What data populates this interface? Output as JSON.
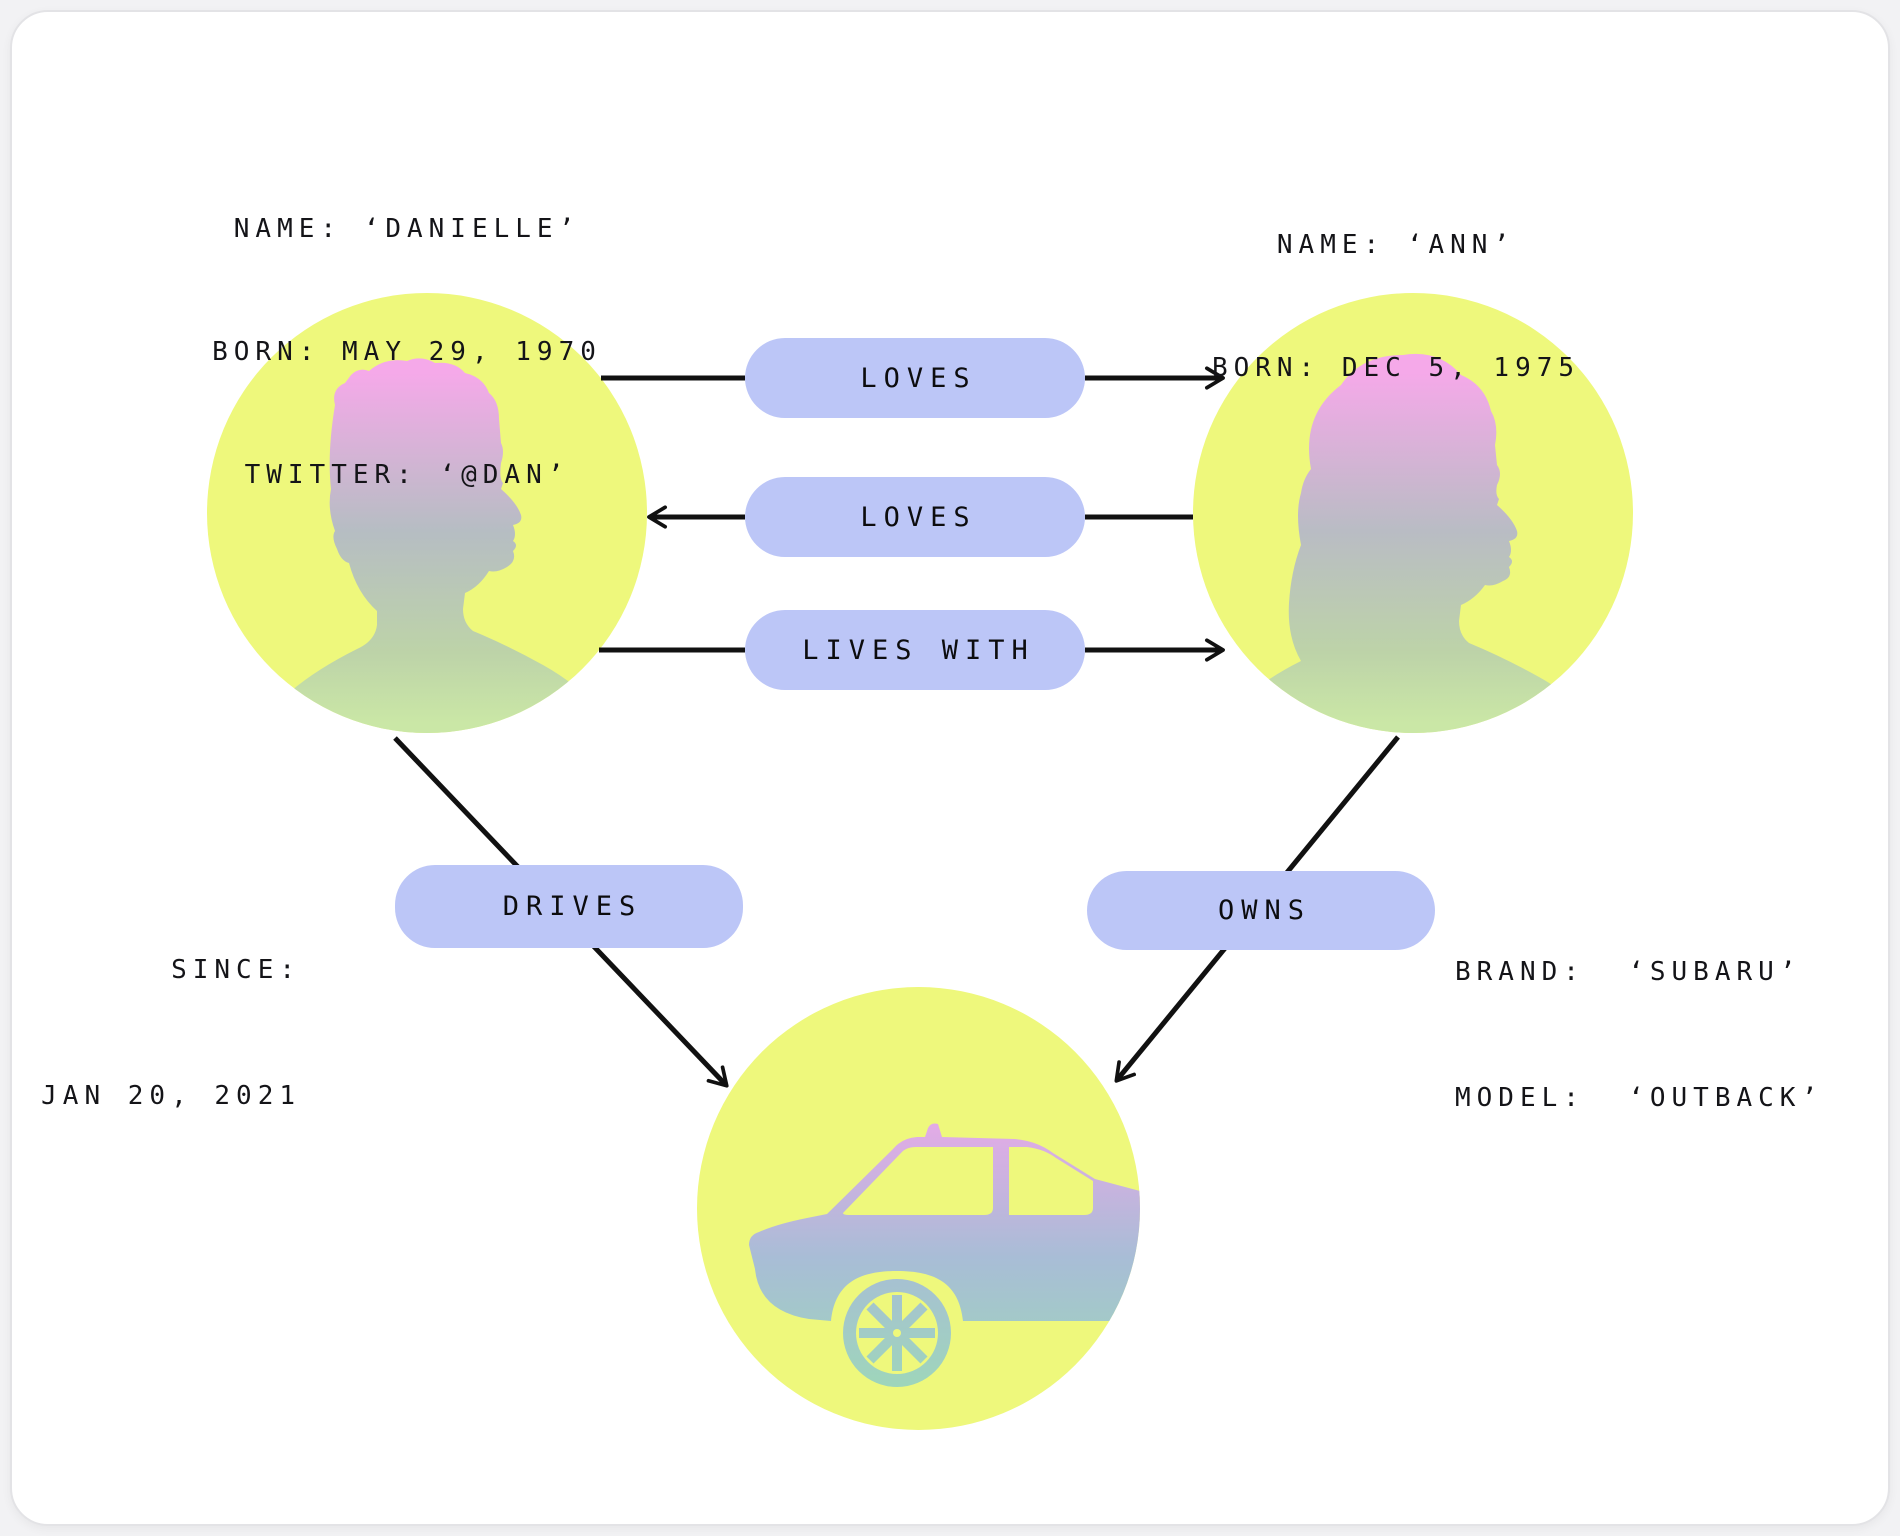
{
  "diagram": {
    "person_danielle": {
      "line1": "NAME: ‘DANIELLE’",
      "line2": "BORN: MAY 29, 1970",
      "line3": "TWITTER: ‘@DAN’"
    },
    "person_ann": {
      "line1": "NAME: ‘ANN’",
      "line2": "BORN: DEC 5, 1975"
    },
    "relationships": {
      "loves_forward": {
        "label": "LOVES"
      },
      "loves_backward": {
        "label": "LOVES"
      },
      "lives_with": {
        "label": "LIVES WITH"
      },
      "drives": {
        "label": "DRIVES",
        "props": {
          "line1": "SINCE:",
          "line2": "JAN 20, 2021"
        }
      },
      "owns": {
        "label": "OWNS",
        "props": {
          "line1": "BRAND:  ‘SUBARU’",
          "line2": "MODEL:  ‘OUTBACK’"
        }
      }
    },
    "colors": {
      "node_fill": "#eef87c",
      "pill_fill": "#bcc6f7",
      "arrow": "#111111",
      "silhouette_top_pink": "#f5a9e9",
      "silhouette_mid_gray": "#b6bdc3",
      "silhouette_bottom_green": "#cae7a6",
      "car_top_violet": "#e2abe6",
      "car_mid_blue": "#a8bdd6",
      "car_bottom_teal": "#9ed6ba"
    }
  }
}
